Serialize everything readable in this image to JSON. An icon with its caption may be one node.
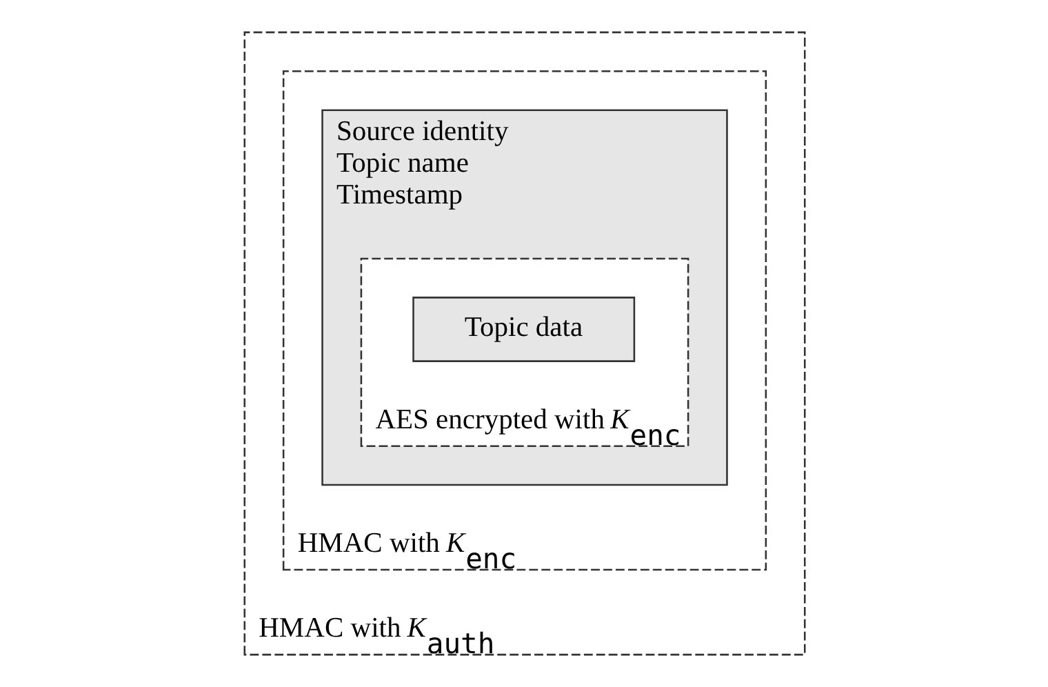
{
  "diagram": {
    "nodes": [
      {
        "text": [
          "HMAC with *K*$_{auth}$"
        ]
      },
      {
        "text": [
          "HMAC with *K*$_{enc}$"
        ],
        "in": 0
      },
      {
        "text": [
          "Source identity",
          "Topic name",
          "Timestamp"
        ],
        "in": 1
      },
      {
        "text": [
          "AES encrypted with *K*$_{enc}$"
        ],
        "in": 2
      },
      {
        "text": [
          "Topic data"
        ],
        "in": 3
      }
    ]
  }
}
